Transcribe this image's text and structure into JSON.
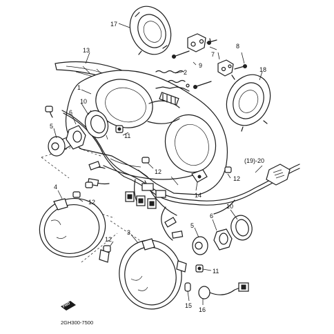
{
  "callouts": {
    "c1": "1",
    "c2": "2",
    "c3": "3",
    "c4": "4",
    "c5a": "5",
    "c5b": "5",
    "c6a": "6",
    "c6b": "6",
    "c7": "7",
    "c8": "8",
    "c9": "9",
    "c10a": "10",
    "c10b": "10",
    "c11a": "11",
    "c11b": "11",
    "c12a": "12",
    "c12b": "12",
    "c12c": "12",
    "c12d": "12",
    "c13": "13",
    "c14": "14",
    "c15": "15",
    "c16": "16",
    "c17": "17",
    "c18": "18",
    "c1920": "(19)-20"
  },
  "forward_marker": "FWD",
  "drawing_code": "2GH300-7500"
}
